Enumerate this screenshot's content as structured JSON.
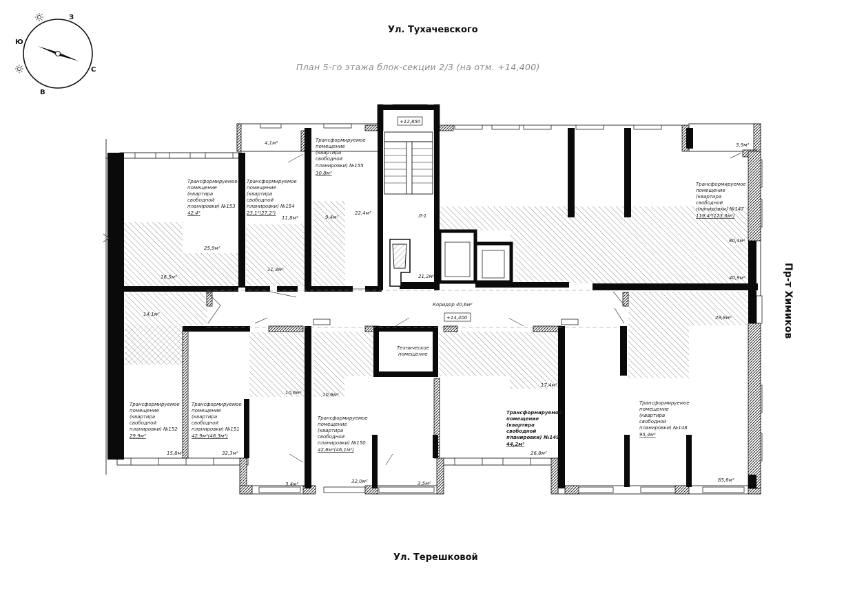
{
  "streets": {
    "top": "Ул. Тухачевского",
    "bottom": "Ул. Терешковой",
    "right": "Пр-т Химиков"
  },
  "plan_title": "План 5-го этажа блок-секции 2/3 (на отм. +14,400)",
  "compass": {
    "north": "З",
    "south": "В",
    "west": "Ю",
    "east": "С"
  },
  "colors": {
    "wall": "#0a0a0a",
    "hatch": "#6f6f6f",
    "grey_text": "#8a8a8a"
  },
  "elevations": {
    "stair": "+12,850",
    "corridor": "+14,400"
  },
  "labels": {
    "lift": "Л-1",
    "corridor": "Коридор 40,6м²",
    "tech_line1": "Техническое",
    "tech_line2": "помещение"
  },
  "apartments": {
    "a155": {
      "l1": "Трансформируемое",
      "l2": "помещение",
      "l3": "(квартира",
      "l4": "свободной",
      "l5": "планировки) №155",
      "area": "30,8м²"
    },
    "a153": {
      "l1": "Трансформируемое",
      "l2": "помещение",
      "l3": "(квартира",
      "l4": "свободной",
      "l5": "планировки) №153",
      "area": "42,4²"
    },
    "a154": {
      "l1": "Трансформируемое",
      "l2": "помещение",
      "l3": "(квартира",
      "l4": "свободной",
      "l5": "планировки) №154",
      "area": "23,1²(27,2²)"
    },
    "a147": {
      "l1": "Трансформируемое",
      "l2": "помещение",
      "l3": "(квартира",
      "l4": "свободной",
      "l5": "планировки) №147",
      "area": "119,4²(123,3м²)"
    },
    "a152": {
      "l1": "Трансформируемое",
      "l2": "помещение",
      "l3": "(квартира",
      "l4": "свободной",
      "l5": "планировки) №152",
      "area": "29,9м²"
    },
    "a151": {
      "l1": "Трансформируемое",
      "l2": "помещение",
      "l3": "(квартира",
      "l4": "свободной",
      "l5": "планировки) №151",
      "area": "42,9м²(46,3м²)"
    },
    "a150": {
      "l1": "Трансформируемое",
      "l2": "помещение",
      "l3": "(квартира",
      "l4": "свободной",
      "l5": "планировки) №150",
      "area": "42,6м²(46,1м²)"
    },
    "a149": {
      "l1": "Трансформируемое",
      "l2": "помещение",
      "l3": "(квартира",
      "l4": "свободной",
      "l5": "планировки) №149",
      "area": "44,2м²"
    },
    "a148": {
      "l1": "Трансформируемое",
      "l2": "помещение",
      "l3": "(квартира",
      "l4": "свободной",
      "l5": "планировки) №148",
      "area": "95,4м²"
    }
  },
  "rooms": {
    "r_4_1": "4,1м²",
    "r_22_4": "22,4м²",
    "r_9_4": "9,4м²",
    "r_11_8": "11,8м²",
    "r_25_9": "25,9м²",
    "r_16_5": "16,5м²",
    "r_11_3": "11,3м²",
    "r_21_2": "21,2м²",
    "r_3_9": "3,9м²",
    "r_80_4": "80,4м²",
    "r_40_9": "40,9м²",
    "r_14_1": "14,1м²",
    "r_29_8": "29,8м²",
    "r_10_6": "10,6м²",
    "r_10_6b": "10,6м²",
    "r_17_4": "17,4м²",
    "r_15_8": "15,8м²",
    "r_32_3": "32,3м²",
    "r_3_4": "3,4м²",
    "r_32_0": "32,0м²",
    "r_3_5": "3,5м²",
    "r_26_8": "26,8м²",
    "r_65_6": "65,6м²"
  }
}
